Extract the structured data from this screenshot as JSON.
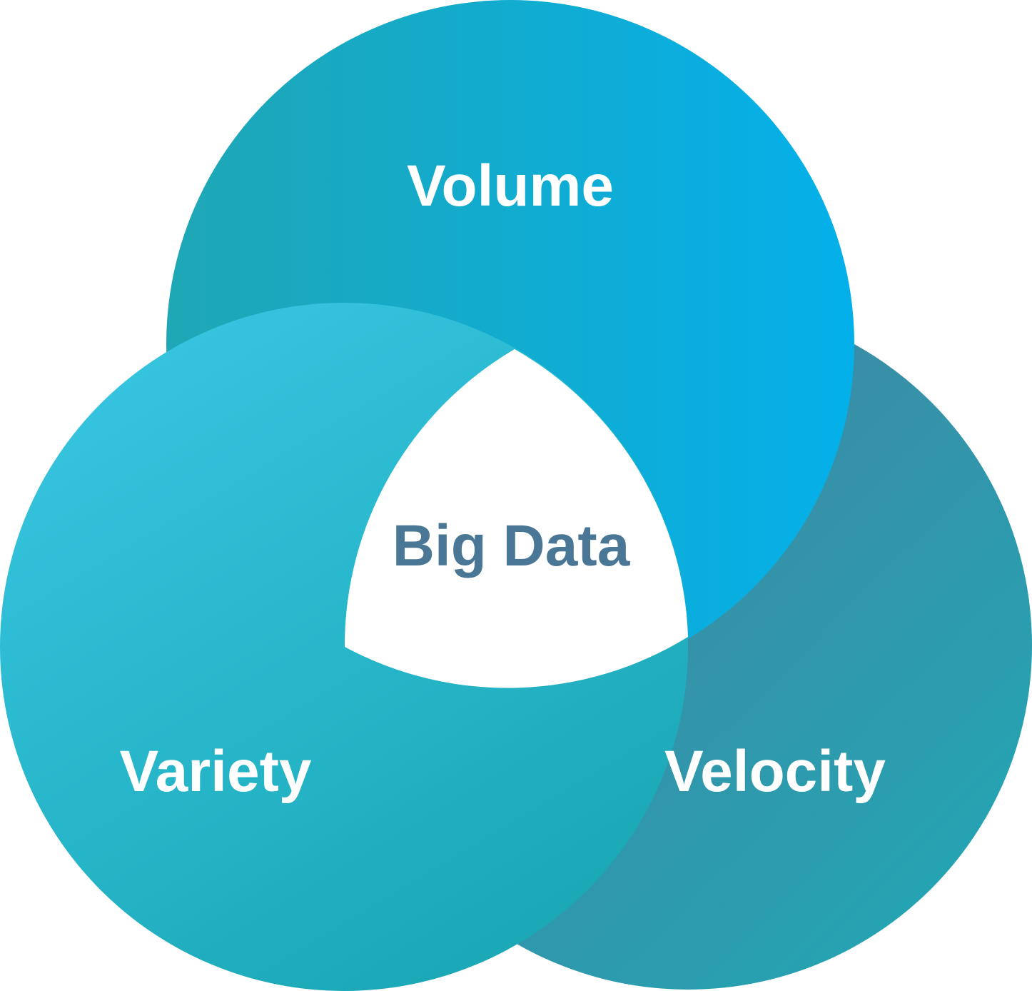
{
  "diagram": {
    "type": "venn",
    "circles": [
      {
        "id": "volume",
        "label": "Volume"
      },
      {
        "id": "velocity",
        "label": "Velocity"
      },
      {
        "id": "variety",
        "label": "Variety"
      }
    ],
    "center_label": "Big Data"
  },
  "colors": {
    "background": "#ffffff",
    "label_text": "#ffffff",
    "center_text": "#4a7796",
    "volume_from": "#1fa7b5",
    "volume_to": "#04b0ea",
    "velocity_from": "#4a7b9c",
    "velocity_to": "#1faab6",
    "variety_from": "#3ac8e6",
    "variety_to": "#1ba9b7"
  }
}
